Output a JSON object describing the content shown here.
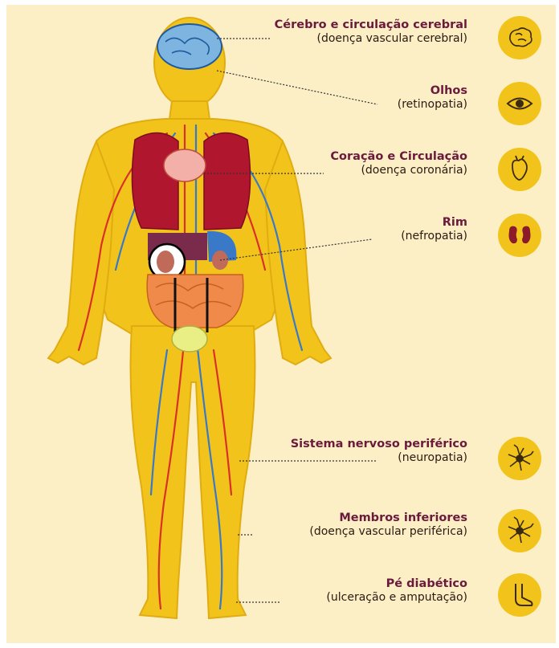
{
  "items": [
    {
      "key": "brain",
      "title": "Cérebro e circulação cerebral",
      "subtitle": "(doença vascular cerebral)",
      "icon": "brain-icon"
    },
    {
      "key": "eyes",
      "title": "Olhos",
      "subtitle": "(retinopatia)",
      "icon": "eye-icon"
    },
    {
      "key": "heart",
      "title": "Coração e Circulação",
      "subtitle": "(doença coronária)",
      "icon": "heart-icon"
    },
    {
      "key": "kidney",
      "title": "Rim",
      "subtitle": "(nefropatia)",
      "icon": "kidney-icon"
    },
    {
      "key": "nerves",
      "title": "Sistema nervoso periférico",
      "subtitle": "(neuropatia)",
      "icon": "neuron-icon"
    },
    {
      "key": "limbs",
      "title": "Membros inferiores",
      "subtitle": "(doença vascular periférica)",
      "icon": "neuron-icon"
    },
    {
      "key": "foot",
      "title": "Pé diabético",
      "subtitle": "(ulceração e amputação)",
      "icon": "foot-icon"
    }
  ],
  "colors": {
    "background": "#fcefc6",
    "body_fill": "#f2c41b",
    "title_text": "#6b1a3c",
    "artery": "#d8312a",
    "vein": "#3a78c8",
    "lungs": "#b0172e",
    "icon_circle": "#f2c41b"
  }
}
